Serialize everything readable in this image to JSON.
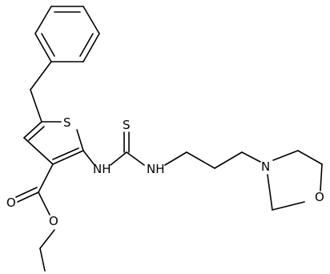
{
  "colors": {
    "bond": "#000000",
    "background": "#ffffff"
  },
  "atoms": {
    "sulfur_ring": "S",
    "sulfur_thione": "S",
    "nh_left": "NH",
    "nh_right": "NH",
    "nitrogen_morpholine": "N",
    "oxygen_morpholine": "O",
    "oxygen_carbonyl": "O",
    "oxygen_ester": "O"
  }
}
